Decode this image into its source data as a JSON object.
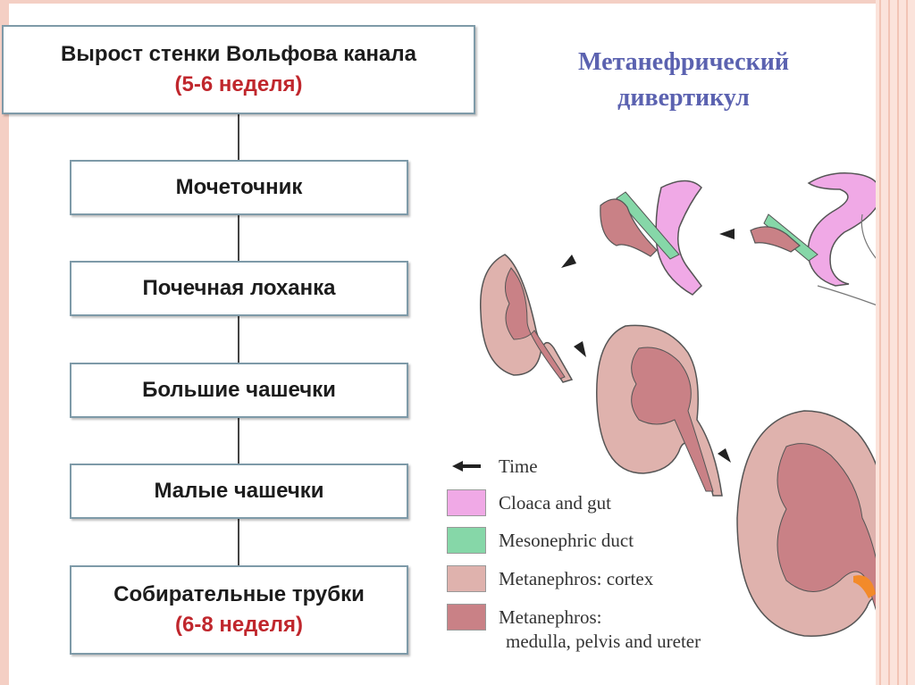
{
  "flowchart": {
    "steps": [
      {
        "label": "Вырост стенки Вольфова канала",
        "sub": "(5-6 неделя)"
      },
      {
        "label": "Мочеточник",
        "sub": ""
      },
      {
        "label": "Почечная лоханка",
        "sub": ""
      },
      {
        "label": "Большие чашечки",
        "sub": ""
      },
      {
        "label": "Малые чашечки",
        "sub": ""
      },
      {
        "label": "Собирательные трубки",
        "sub": "(6-8 неделя)"
      }
    ]
  },
  "diagram_title": {
    "line1": "Метанефрический",
    "line2": "дивертикул"
  },
  "legend": {
    "time": {
      "label": "Time"
    },
    "items": [
      {
        "label": "Cloaca and gut",
        "color": "#f0a9e6"
      },
      {
        "label": "Mesonephric duct",
        "color": "#86d7a8"
      },
      {
        "label": "Metanephros: cortex",
        "color": "#dfb2ad"
      },
      {
        "label": "Metanephros:",
        "label2": "medulla, pelvis and ureter",
        "color": "#c98186"
      }
    ]
  },
  "colors": {
    "accent_red": "#c0272d",
    "title_blue": "#5b62b0",
    "box_border": "#7e9aa8"
  }
}
